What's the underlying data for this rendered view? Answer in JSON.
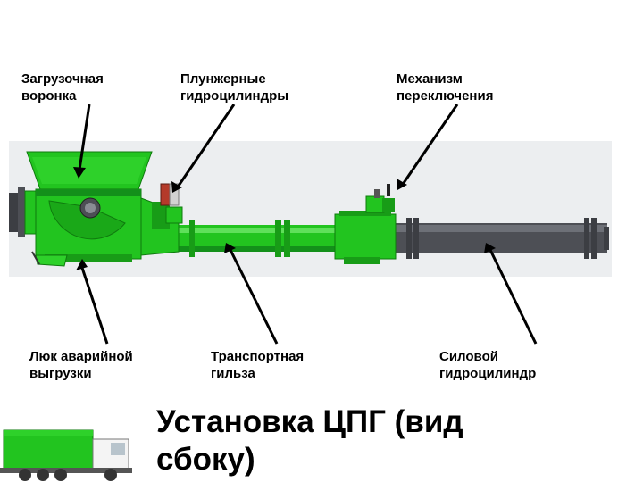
{
  "labels": {
    "hopper": "Загрузочная\nворонка",
    "plunger_cylinders": "Плунжерные\nгидроцилиндры",
    "switch_mechanism": "Механизм\nпереключения",
    "emergency_hatch": "Люк аварийной\nвыгрузки",
    "transport_sleeve": "Транспортная\nгильза",
    "power_cylinder": "Силовой\nгидроцилиндр"
  },
  "title": "Установка ЦПГ (вид\nсбоку)",
  "colors": {
    "machine_green": "#22c41f",
    "dark_green": "#0f7a0e",
    "cylinder_gray": "#4d4f55",
    "arrow": "#000000",
    "background_panel": "#eceef0"
  }
}
